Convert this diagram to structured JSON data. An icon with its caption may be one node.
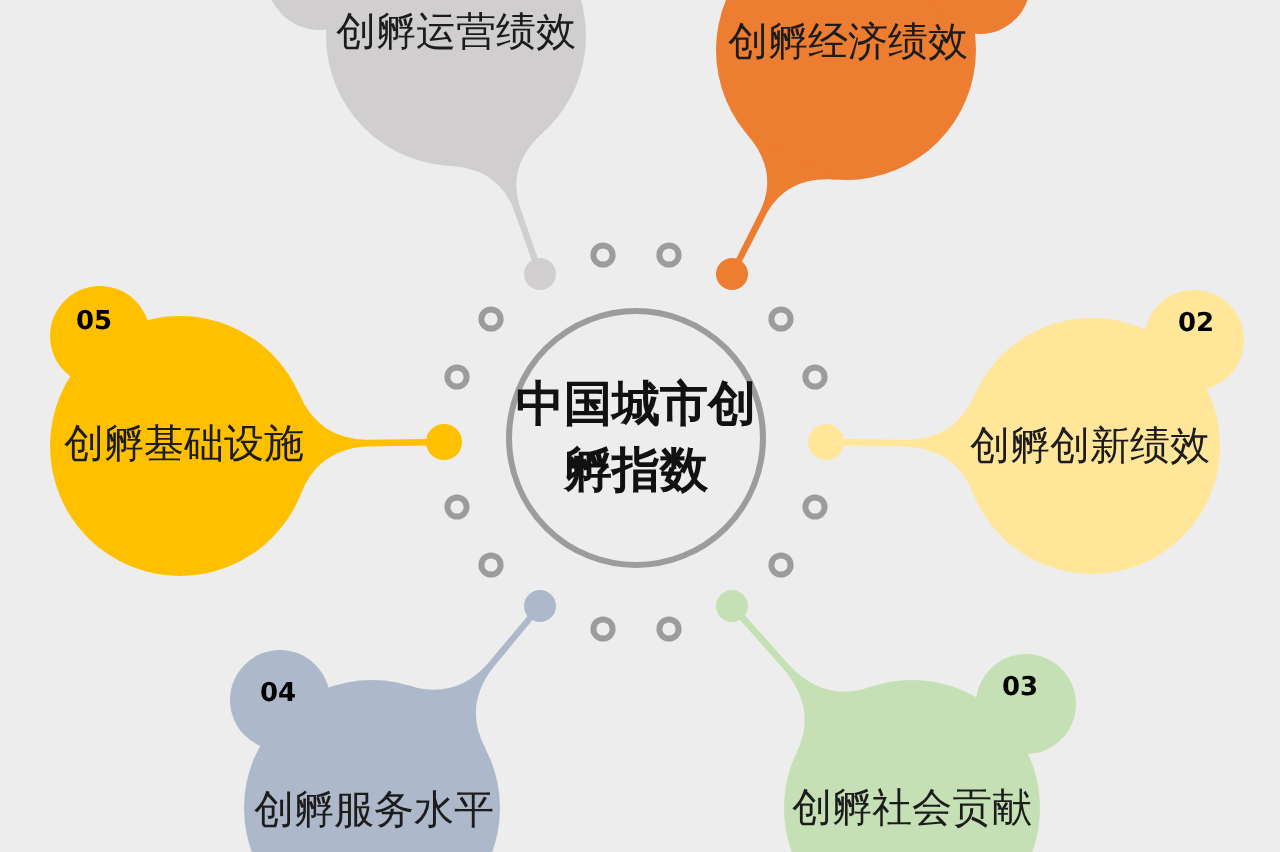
{
  "diagram": {
    "nodes": [
      {
        "text": [
          "创孵运营绩效"
        ]
      },
      {
        "text": [
          "创孵经济绩效"
        ]
      },
      {
        "text": [
          "05",
          "创孵基础设施"
        ]
      },
      {
        "text": [
          "中国城市创孵指数"
        ]
      },
      {
        "text": [
          "02",
          "创孵创新绩效"
        ]
      },
      {
        "text": [
          "04",
          "创孵服务水平"
        ]
      },
      {
        "text": [
          "03",
          "创孵社会贡献"
        ]
      }
    ]
  }
}
